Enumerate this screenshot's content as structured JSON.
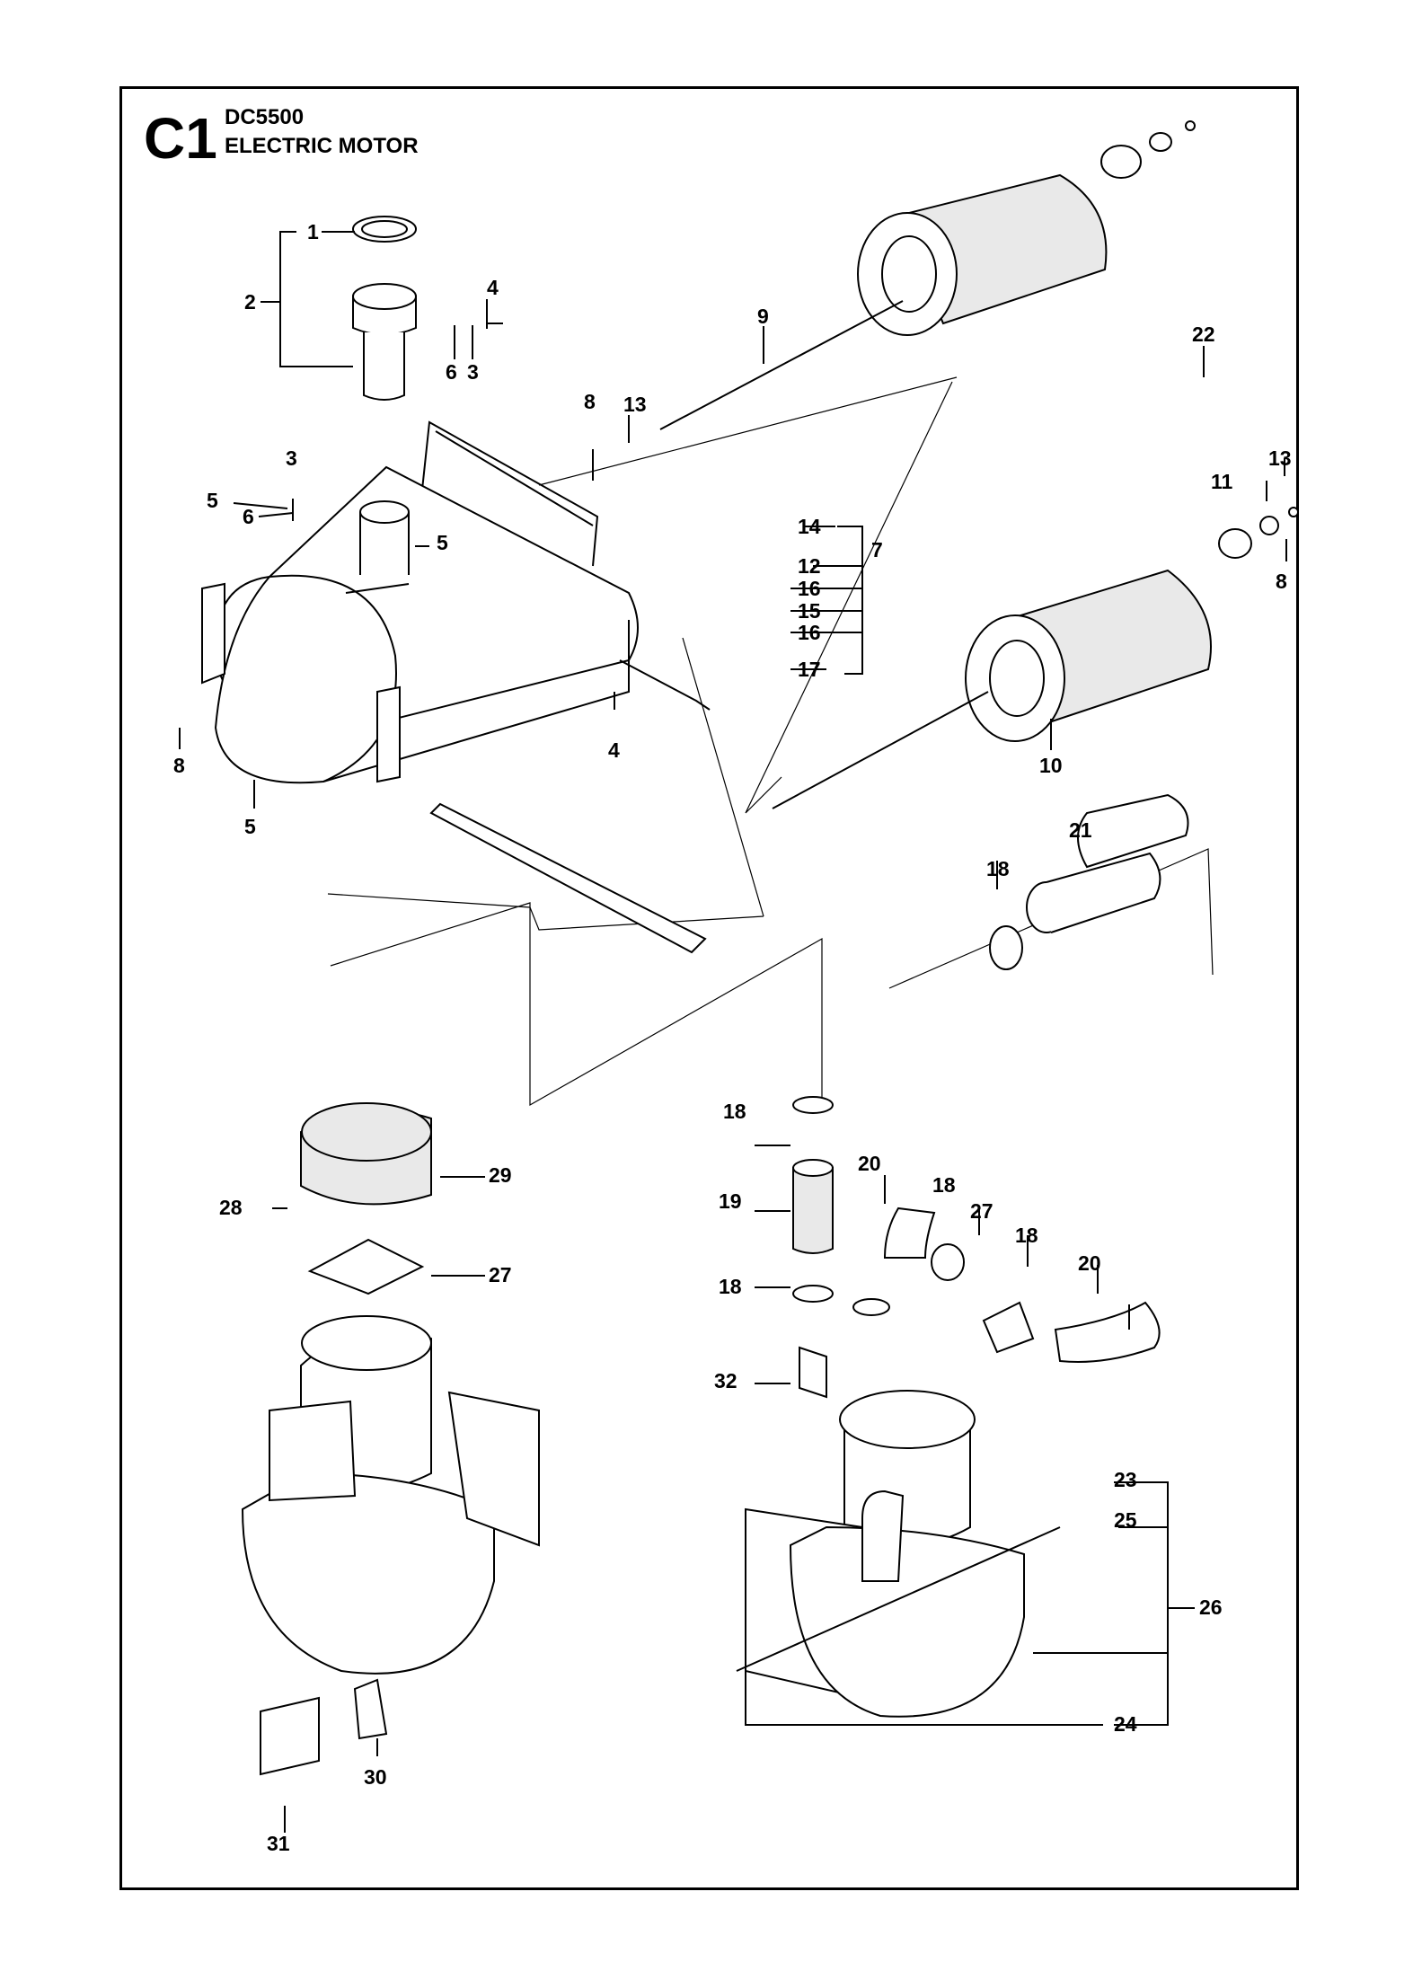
{
  "header": {
    "code": "C1",
    "model": "DC5500",
    "title": "ELECTRIC MOTOR"
  },
  "callouts": {
    "c1": "1",
    "c2": "2",
    "c3a": "3",
    "c3b": "3",
    "c4a": "4",
    "c4b": "4",
    "c5a": "5",
    "c5b": "5",
    "c5c": "5",
    "c6a": "6",
    "c6b": "6",
    "c7": "7",
    "c8a": "8",
    "c8b": "8",
    "c8c": "8",
    "c9": "9",
    "c10": "10",
    "c11": "11",
    "c12": "12",
    "c13a": "13",
    "c13b": "13",
    "c14": "14",
    "c15": "15",
    "c16a": "16",
    "c16b": "16",
    "c17": "17",
    "c18a": "18",
    "c18b": "18",
    "c18c": "18",
    "c18d": "18",
    "c18e": "18",
    "c19": "19",
    "c20a": "20",
    "c20b": "20",
    "c21": "21",
    "c22": "22",
    "c23": "23",
    "c24": "24",
    "c25": "25",
    "c26": "26",
    "c27a": "27",
    "c27b": "27",
    "c28": "28",
    "c29": "29",
    "c30": "30",
    "c31": "31",
    "c32": "32"
  }
}
